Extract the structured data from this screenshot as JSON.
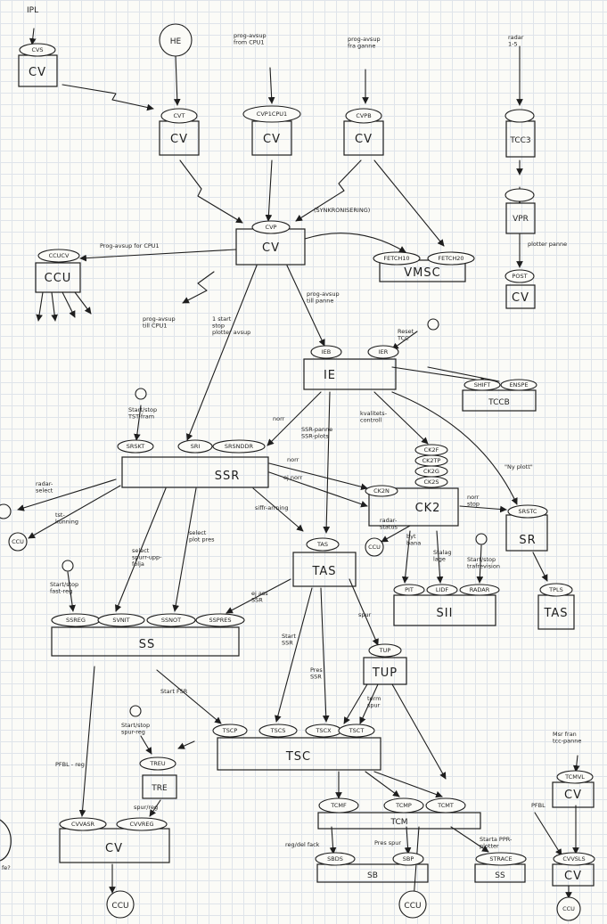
{
  "nodes": {
    "cv_top_left": {
      "title": "CV",
      "port": "CVS"
    },
    "cv_cvt": {
      "title": "CV",
      "port": "CVT"
    },
    "cv_cvp1cpu1": {
      "title": "CV",
      "port": "CVP1CPU1"
    },
    "cv_cvpb": {
      "title": "CV",
      "port": "CVPB"
    },
    "tcc3": {
      "title": "TCC3"
    },
    "vpr": {
      "title": "VPR"
    },
    "cv_right": {
      "title": "CV",
      "port": "POST"
    },
    "cv_main": {
      "title": "CV",
      "port": "CVP"
    },
    "ccu_left": {
      "title": "CCU",
      "port": "CCUCV"
    },
    "vmsc": {
      "title": "VMSC",
      "ports": [
        "FETCH10",
        "FETCH20"
      ]
    },
    "ie": {
      "title": "IE",
      "ports": [
        "IEB",
        "IER"
      ]
    },
    "tccb": {
      "title": "TCCB",
      "ports": [
        "SHIFT",
        "ENSPE"
      ]
    },
    "ssr": {
      "title": "SSR",
      "ports": [
        "SRSKT",
        "SRI",
        "SRSNDDR"
      ]
    },
    "ck2": {
      "title": "CK2",
      "ports": [
        "CK2F",
        "CK2TP",
        "CK2G",
        "CK2S",
        "CK2N"
      ]
    },
    "sr": {
      "title": "SR",
      "port": "SRSTC"
    },
    "tas_right": {
      "title": "TAS",
      "port": "TPLS"
    },
    "tas": {
      "title": "TAS",
      "port": "TAS"
    },
    "sii": {
      "title": "SII",
      "ports": [
        "PIT",
        "LIDF",
        "RADAR"
      ]
    },
    "ss": {
      "title": "SS",
      "ports": [
        "SSREG",
        "SVNIT",
        "SSNOT",
        "SSPRES"
      ]
    },
    "tup": {
      "title": "TUP",
      "port": "TUP"
    },
    "tsc": {
      "title": "TSC",
      "ports": [
        "TSCP",
        "TSCS",
        "TSCX",
        "TSCT"
      ]
    },
    "tre": {
      "title": "TRE",
      "port": "TREU"
    },
    "tcm": {
      "title": "TCM",
      "ports": [
        "TCMF",
        "TCMP",
        "TCMT"
      ]
    },
    "cv_right_low": {
      "title": "CV",
      "port": "TCMVL"
    },
    "cv_bottom": {
      "title": "CV",
      "ports": [
        "CVVASR",
        "CVVREG"
      ]
    },
    "sb": {
      "title": "SB",
      "ports": [
        "SBDS",
        "SBP"
      ]
    },
    "ss_right": {
      "title": "SS",
      "port": "STRACE"
    },
    "cv_br": {
      "title": "CV",
      "port": "CVVSLS"
    }
  },
  "terminals": {
    "ccu_bottom_1": "CCU",
    "ccu_bottom_2": "CCU",
    "ccu_bottom_3": "CCU",
    "ccu_left_side": "CCU",
    "ccu_ck2": "CCU",
    "he": "HE"
  },
  "labels": {
    "ipl": "IPL",
    "prog_cpu1": "prog-avsup\nfrom CPU1",
    "prog_ganne": "prog-avsup\nfra ganne",
    "radar": "radar\n1-5",
    "synkron": "(SYNKRONISERING)",
    "prog_for_cpu1": "Prog-avsup for CPU1",
    "plotter_panne": "plotter panne",
    "prog_till_cpu1": "prog-avsup\ntill CPU1",
    "start_stop_panne": "1 start\nstop\nplotter avsup",
    "prog_till_panne": "prog-avsup\ntill panne",
    "reset_tcc": "Reset\nTCC",
    "start_stop_tst": "Start/stop\nTST-fram",
    "norr": "norr",
    "sss_panne": "SSR-panne\nSSR-plots",
    "kvalitets": "kvalitets-\ncontroll",
    "ny_plott": "\"Ny plott\"",
    "norr2": "norr",
    "ej_norr": "ej norr",
    "radar_select": "radar-\nselect",
    "tst_kunning": "tst-\nkunning",
    "siffr_arrning": "siffr-arrning",
    "norr_stop": "norr\nstop",
    "radar_status": "radar-\nstatus",
    "byt_bana": "byt\nbana",
    "stalag_lage": "Stalag\nlage",
    "start_stop_trafrevision": "Start/stop\ntrafrevision",
    "select_spurr": "select\nspurr-upp-\nfolja",
    "select_plot_pres": "select\nplot pres",
    "start_stop_fast": "Start/stop\nfast-reg",
    "ej_ass": "ej ass\nSSR",
    "spur": "spur",
    "start_ssr": "Start\nSSR",
    "pres_ssr": "Pres\nSSR",
    "start_fsr": "Start FSR",
    "term_spur": "term\nspur",
    "start_stop_spur": "Start/stop\nspur-reg",
    "pfbl_reg": "PFBL - reg",
    "spur_reg": "spur/reg",
    "reg_del_fack": "reg/del fack",
    "pres_spur": "Pres spur",
    "starta_ppr": "Starta PPR-\nplotter",
    "msr_fran": "Msr fran\ntcc-panne",
    "pfbl": "PFBL",
    "fe": "fe?"
  }
}
